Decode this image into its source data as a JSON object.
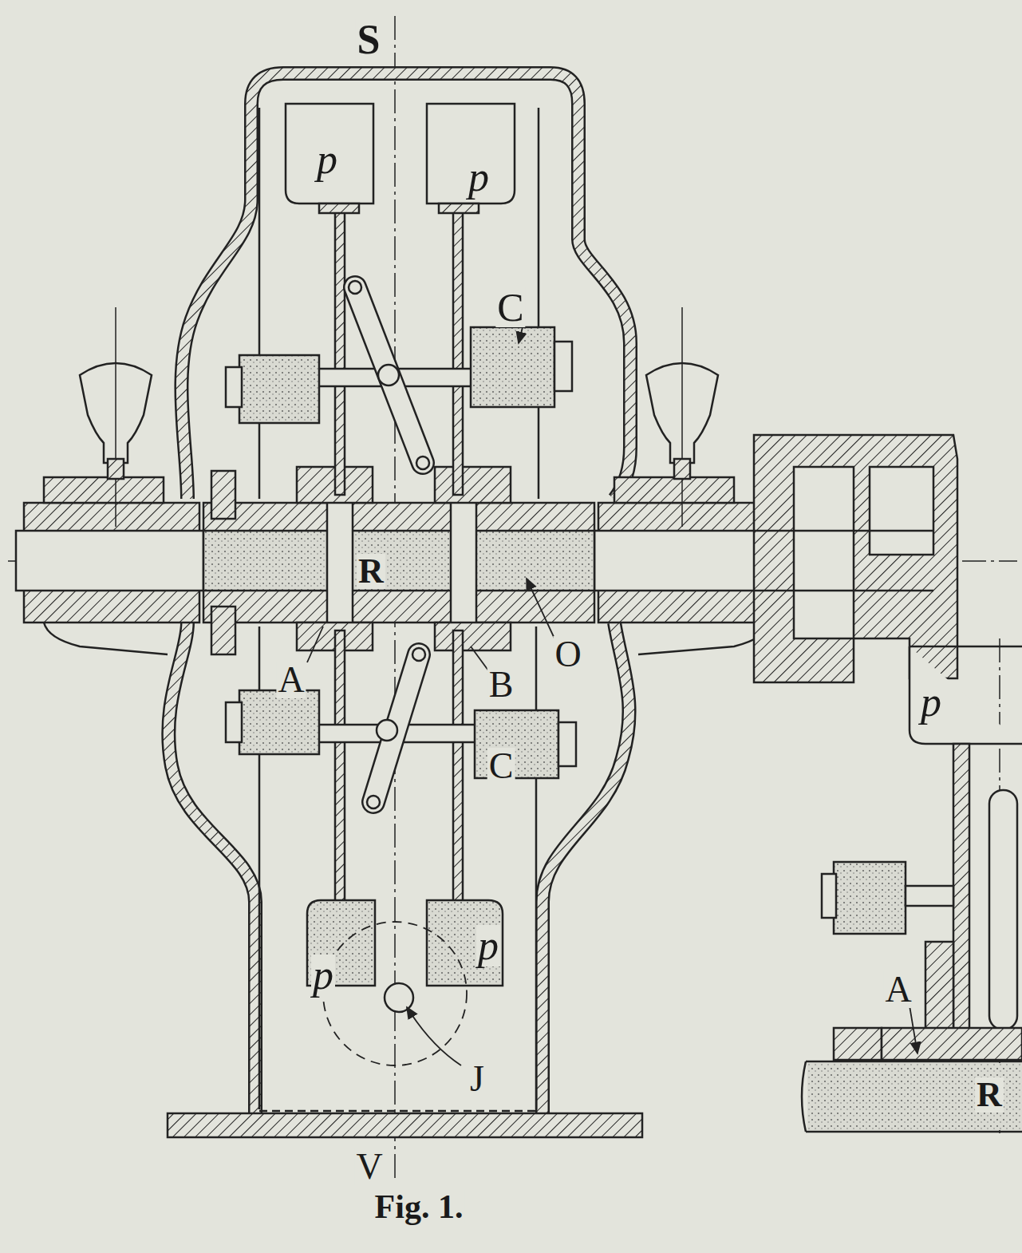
{
  "diagram": {
    "caption": "Fig. 1.",
    "labels": [
      "S",
      "p",
      "p",
      "C",
      "R",
      "O",
      "A",
      "B",
      "C",
      "p",
      "p",
      "J",
      "V",
      "p",
      "A",
      "R"
    ]
  }
}
